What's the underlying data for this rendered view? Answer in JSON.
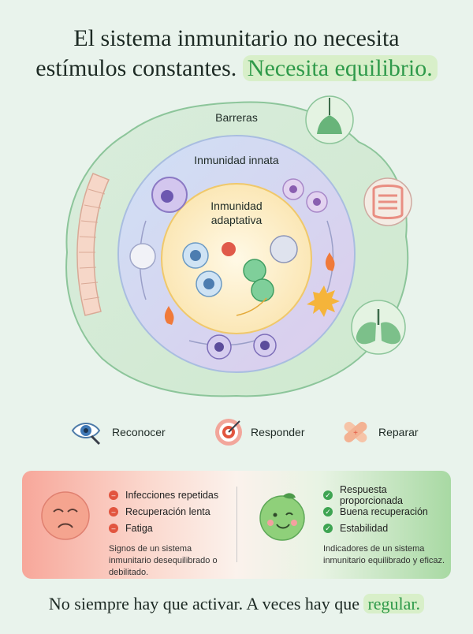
{
  "header": {
    "title_line1": "El sistema inmunitario no necesita",
    "title_line2_plain": "estímulos constantes.",
    "title_line2_highlight": "Necesita equilibrio."
  },
  "diagram": {
    "layer_outer": "Barreras",
    "layer_middle": "Inmunidad innata",
    "layer_inner_line1": "Inmunidad",
    "layer_inner_line2": "adaptativa",
    "icons": [
      "hair-follicle-icon",
      "intestine-icon",
      "lungs-icon"
    ]
  },
  "legend": [
    {
      "label": "Reconocer",
      "icon": "eye-magnifier-icon"
    },
    {
      "label": "Responder",
      "icon": "target-icon"
    },
    {
      "label": "Reparar",
      "icon": "bandage-icon"
    }
  ],
  "panel": {
    "left": {
      "items": [
        "Infecciones repetidas",
        "Recuperación lenta",
        "Fatiga"
      ],
      "caption": "Signos de un sistema inmunitario desequilibrado o debilitado.",
      "icon": "sad-face-icon"
    },
    "right": {
      "items": [
        "Respuesta proporcionada",
        "Buena recuperación",
        "Estabilidad"
      ],
      "caption": "Indicadores de un sistema inmunitario equilibrado y eficaz.",
      "icon": "happy-apple-face-icon"
    }
  },
  "footer": {
    "text_plain": "No siempre hay que activar. A veces hay que",
    "text_highlight": "regular."
  },
  "colors": {
    "accent_green": "#2f9a4a",
    "negative_red": "#e2553f",
    "background": "#e9f3ec"
  }
}
